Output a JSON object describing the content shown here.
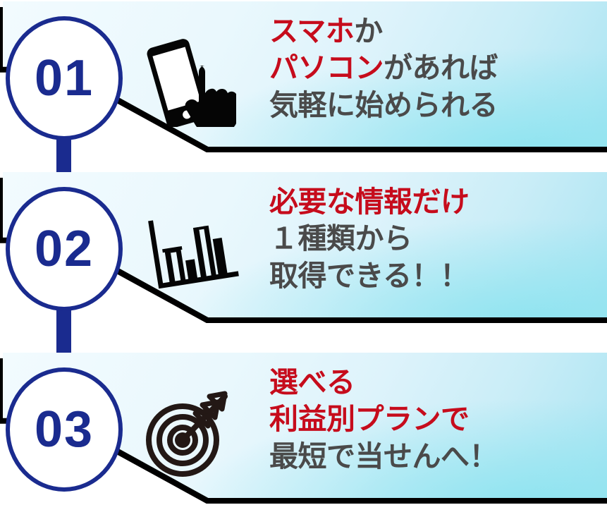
{
  "colors": {
    "accent_blue": "#1a2b8f",
    "accent_red": "#c60c1c",
    "text_gray": "#4a4a4a",
    "banner_light": "#eaf8fd",
    "banner_cyan": "#a9e4f2",
    "shadow": "#000000"
  },
  "steps": [
    {
      "number": "01",
      "icon": "smartphone-tap-icon",
      "lines": [
        {
          "text": "スマホか",
          "color": "red"
        },
        {
          "text": "パソコンがあれば",
          "color": "mixed"
        },
        {
          "text": "気軽に始められる",
          "color": "gray"
        }
      ],
      "line1_red": "スマホ",
      "line1_gray": "か",
      "line2_red": "パソコン",
      "line2_gray": "があれば",
      "line3_gray": "気軽に始められる"
    },
    {
      "number": "02",
      "icon": "bar-chart-icon",
      "lines": [
        {
          "text": "必要な情報だけ",
          "color": "red"
        },
        {
          "text": "１種類から",
          "color": "gray"
        },
        {
          "text": "取得できる！！",
          "color": "gray"
        }
      ],
      "line1_red": "必要な情報だけ",
      "line1_gray": "",
      "line2_red": "",
      "line2_gray": "１種類から",
      "line3_gray": "取得できる！！"
    },
    {
      "number": "03",
      "icon": "target-arrow-icon",
      "lines": [
        {
          "text": "選べる",
          "color": "red"
        },
        {
          "text": "利益別プランで",
          "color": "red"
        },
        {
          "text": "最短で当せんへ！",
          "color": "gray"
        }
      ],
      "line1_red": "選べる",
      "line1_gray": "",
      "line2_red": "利益別プランで",
      "line2_gray": "",
      "line3_gray": "最短で当せんへ！"
    }
  ]
}
